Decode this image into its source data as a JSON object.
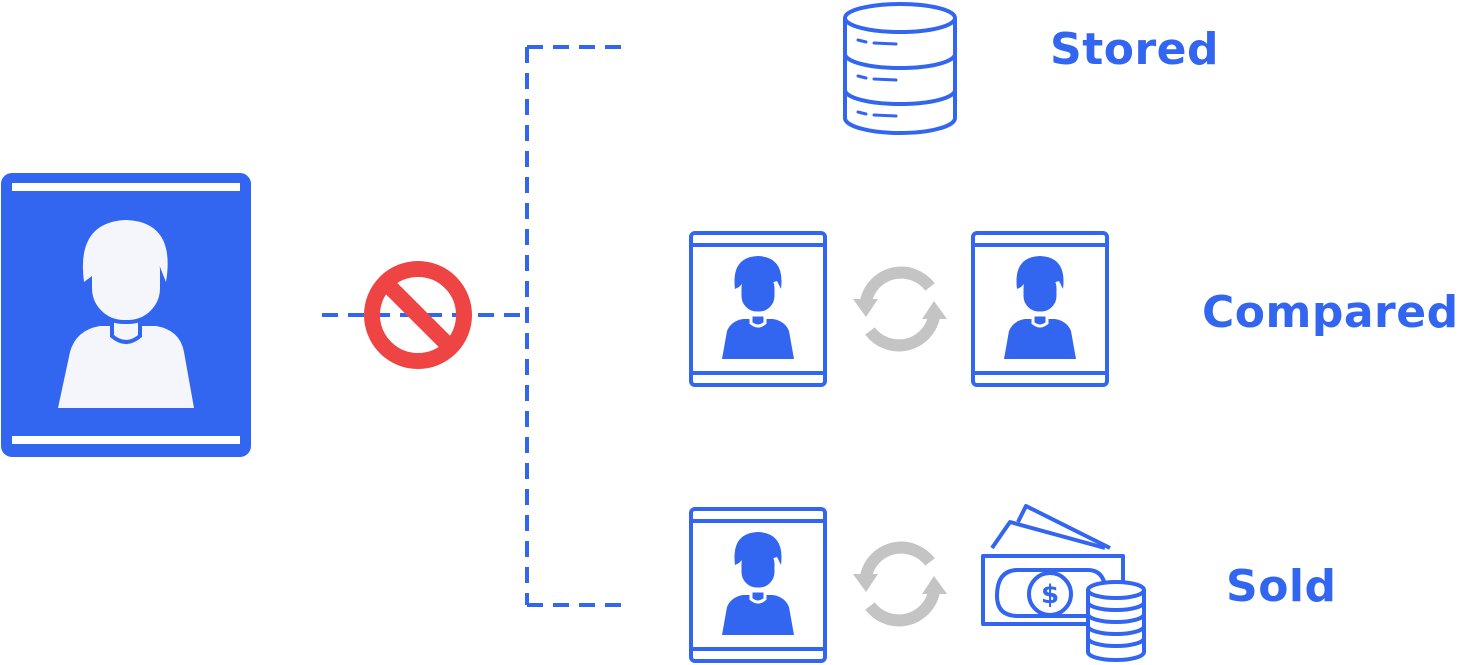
{
  "colors": {
    "primary": "#3366f0",
    "forbidden": "#ef4444",
    "exchange": "#c4c4c4",
    "background": "#ffffff",
    "face": "#f4f6fb"
  },
  "labels": {
    "stored": "Stored",
    "compared": "Compared",
    "sold": "Sold"
  },
  "icons": {
    "source": "user-profile-card-icon",
    "blocked": "prohibited-icon",
    "stored": "database-icon",
    "compared_left": "profile-card-icon",
    "compared_swap": "refresh-arrows-icon",
    "compared_right": "profile-card-icon",
    "sold_left": "profile-card-icon",
    "sold_swap": "refresh-arrows-icon",
    "sold_right": "money-coins-icon"
  }
}
